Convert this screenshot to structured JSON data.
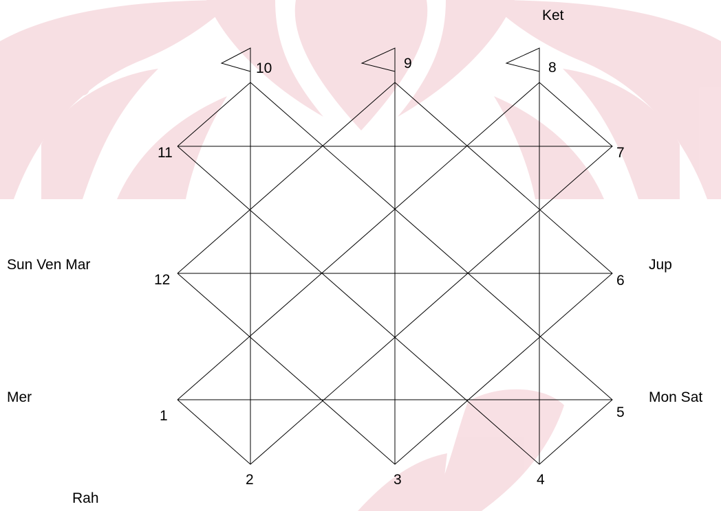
{
  "houses": [
    "1",
    "2",
    "3",
    "4",
    "5",
    "6",
    "7",
    "8",
    "9",
    "10",
    "11",
    "12"
  ],
  "planets": {
    "house8": "Ket",
    "house6": "Jup",
    "house5": "Mon Sat",
    "house12": "Sun Ven Mar",
    "house1": "Mer",
    "house2": "Rah"
  },
  "colors": {
    "line": "#000000",
    "watermark": "#c8102e"
  }
}
